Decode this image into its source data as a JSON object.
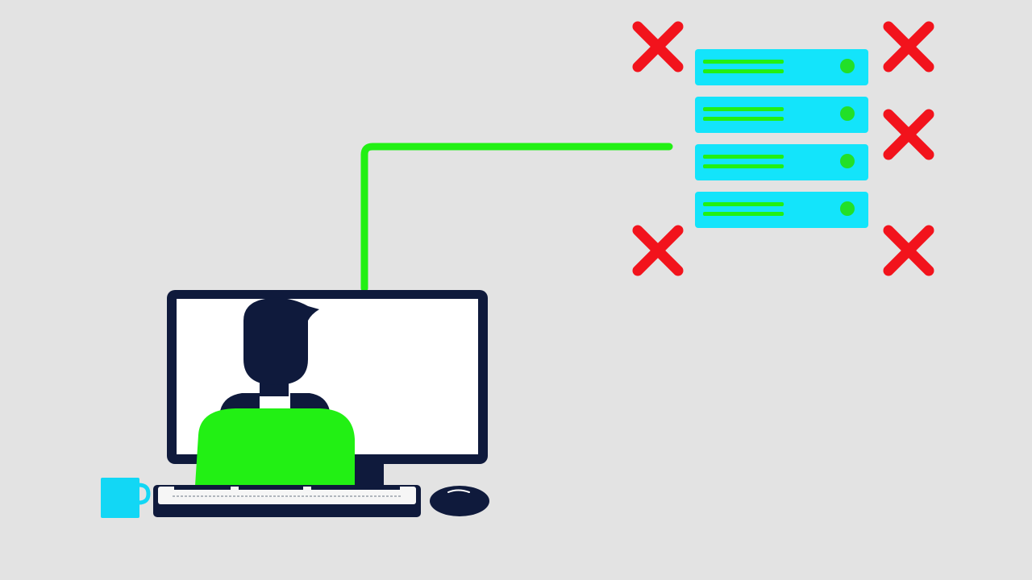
{
  "colors": {
    "background": "#e3e3e3",
    "navy": "#0f1a3c",
    "screen": "#ffffff",
    "shirt": "#22f014",
    "cable": "#22f014",
    "server_body": "#13e4fb",
    "server_stripe": "#22f014",
    "server_led": "#22e028",
    "error_mark": "#f2131c",
    "mug": "#12d7f5",
    "keyboard": "#f6f6f6"
  },
  "icons": {
    "server": "server-rack-icon",
    "error": "x-mark-icon",
    "user": "person-icon",
    "computer": "monitor-icon",
    "mug": "coffee-mug-icon",
    "keyboard": "keyboard-icon",
    "mouse": "mouse-icon"
  },
  "server_rack": {
    "unit_count": 4,
    "connected_unit": 3
  },
  "error_marks": {
    "count": 5
  }
}
